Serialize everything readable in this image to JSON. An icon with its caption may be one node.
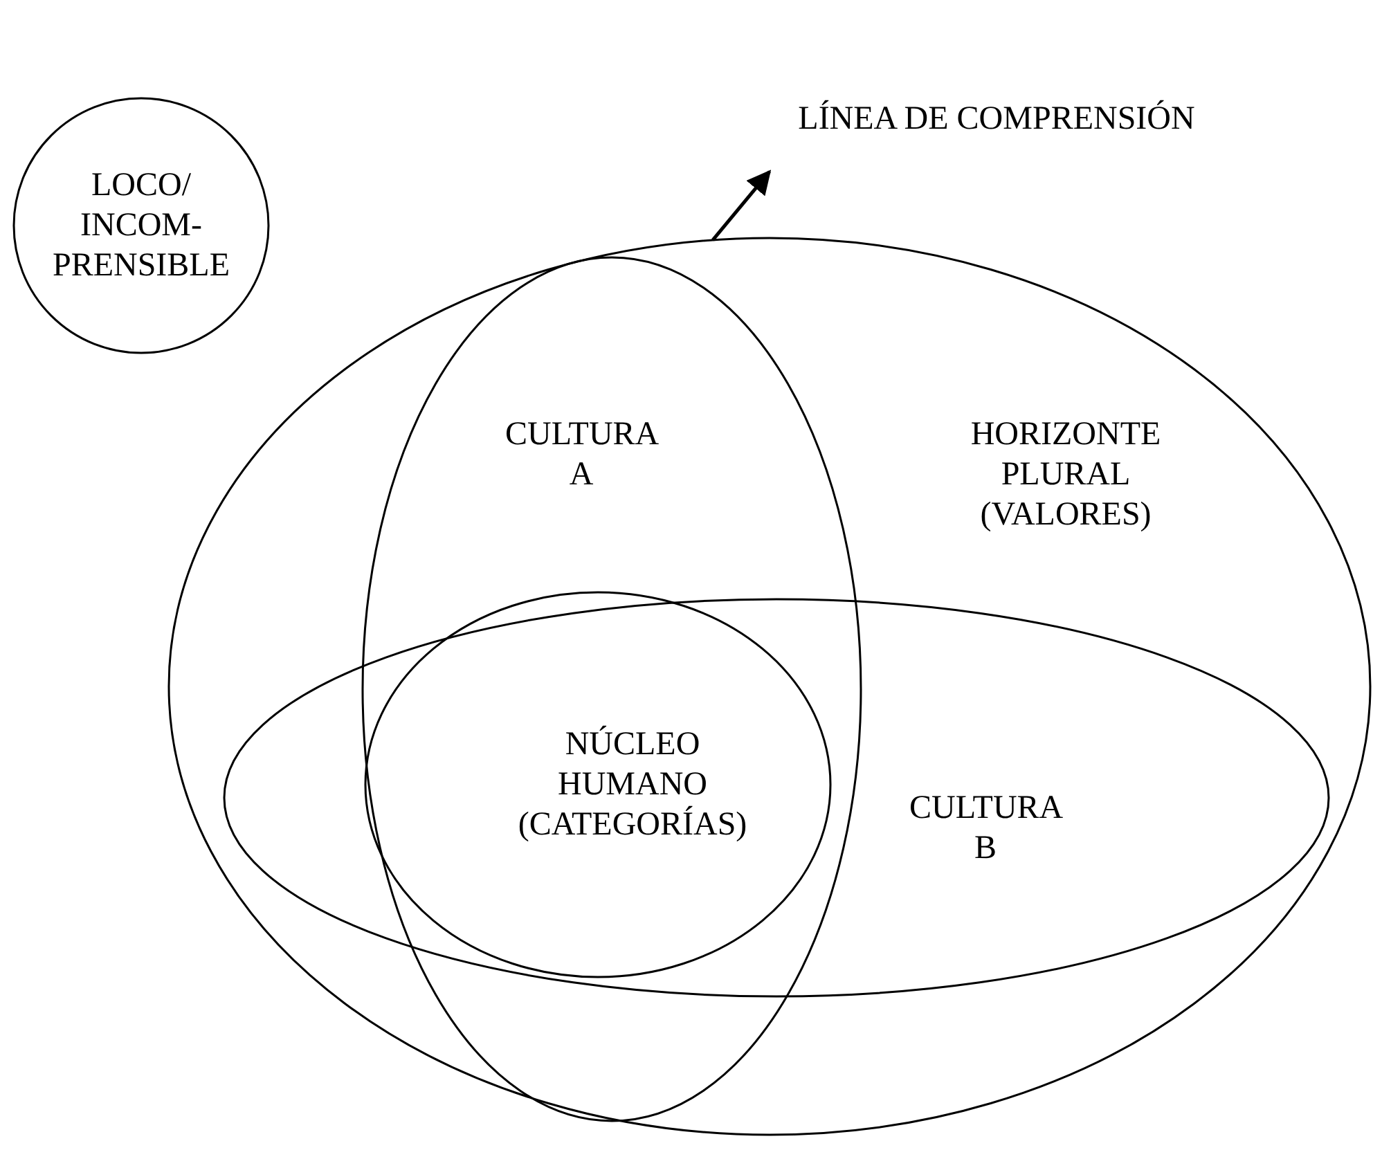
{
  "diagram": {
    "nodes": [
      {
        "text": [
          "LOCO/ INCOM- PRENSIBLE"
        ]
      },
      {
        "text": [
          "LÍNEA DE COMPRENSIÓN"
        ]
      },
      {
        "text": [
          "HORIZONTE PLURAL (VALORES)"
        ]
      },
      {
        "text": [
          "CULTURA A"
        ],
        "in": 2
      },
      {
        "text": [
          "NÚCLEO HUMANO (CATEGORÍAS)"
        ]
      },
      {
        "text": [
          "CULTURA B"
        ],
        "in": 2
      }
    ],
    "edges": [
      {
        "from": 2,
        "to": 1,
        "arrow": "to"
      }
    ]
  }
}
